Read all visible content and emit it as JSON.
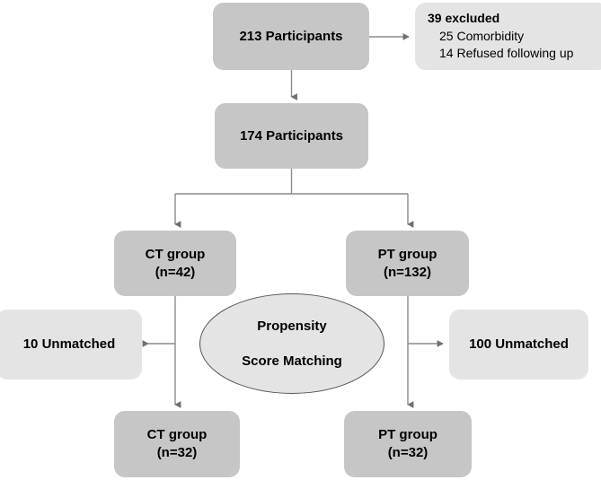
{
  "diagram": {
    "title": "Participant flow diagram with propensity score matching",
    "colors": {
      "box_dark": "#c6c6c6",
      "box_light": "#e4e4e4",
      "connector": "#8c8c8c",
      "ellipse_border": "#555555",
      "text": "#000000",
      "background": "#ffffff"
    },
    "nodes": {
      "enrolled": {
        "label": "213 Participants"
      },
      "excluded": {
        "line1": "39 excluded",
        "line2": "25 Comorbidity",
        "line3": "14 Refused following up"
      },
      "included": {
        "label": "174 Participants"
      },
      "ct_group_pre": {
        "line1": "CT group",
        "line2": "(n=42)"
      },
      "pt_group_pre": {
        "line1": "PT group",
        "line2": "(n=132)"
      },
      "psm": {
        "line1": "Propensity",
        "line2": "Score Matching"
      },
      "ct_unmatched": {
        "label": "10 Unmatched"
      },
      "pt_unmatched": {
        "label": "100 Unmatched"
      },
      "ct_group_post": {
        "line1": "CT group",
        "line2": "(n=32)"
      },
      "pt_group_post": {
        "line1": "PT group",
        "line2": "(n=32)"
      }
    }
  }
}
